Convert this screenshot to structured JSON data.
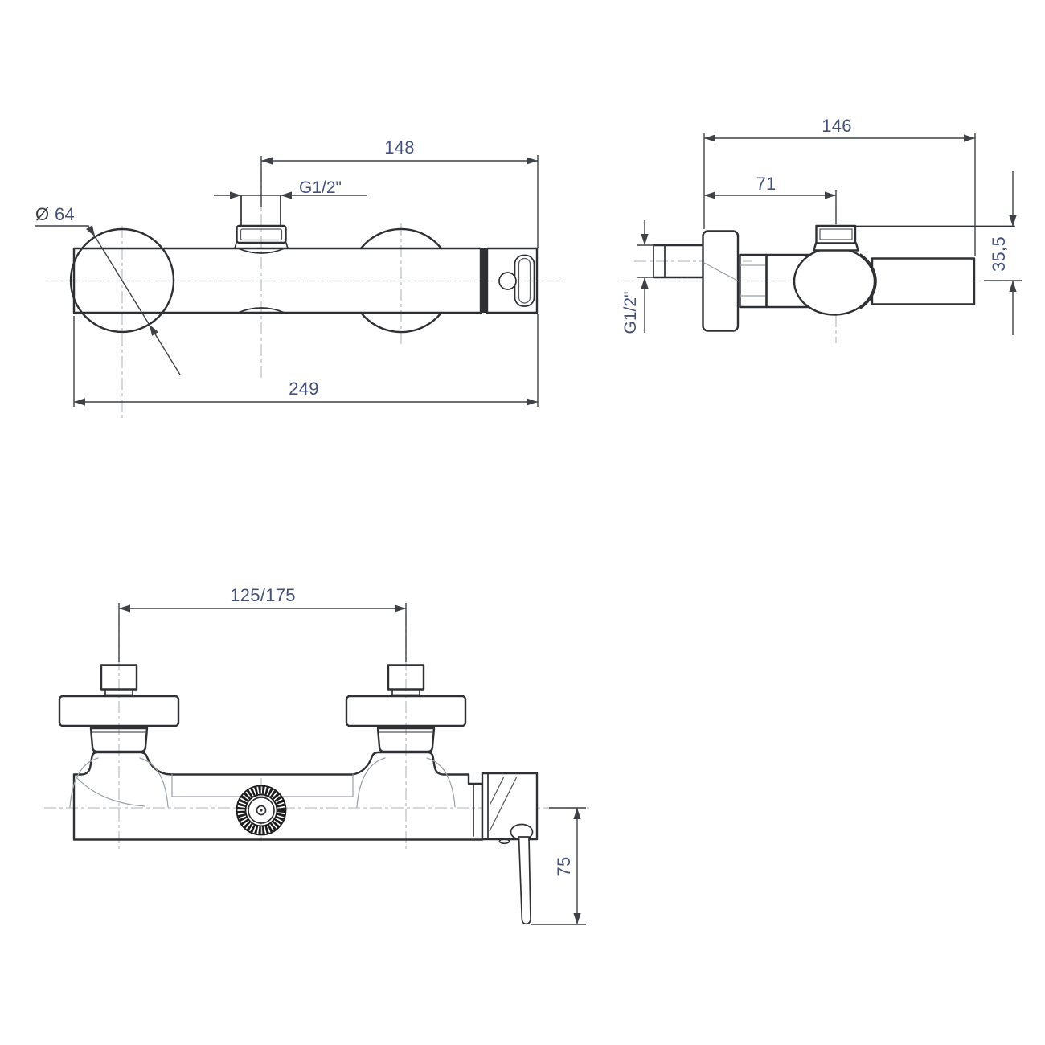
{
  "drawing": {
    "colors": {
      "background": "#ffffff",
      "object": "#2e3033",
      "inner": "#55585c",
      "detail": "#9aa1a6",
      "centerline": "#bcc2c7",
      "dimension": "#3e4145",
      "text": "#44517d",
      "symbol": "#3b3e42"
    },
    "views": {
      "top": {
        "dim_width": "148",
        "dim_thread": "G1/2\"",
        "dim_diameter_symbol": "Ø",
        "dim_diameter": "64",
        "dim_overall": "249"
      },
      "side": {
        "dim_depth": "146",
        "dim_cartridge": "71",
        "dim_thread": "G1/2\"",
        "dim_drop": "35,5"
      },
      "front": {
        "dim_centers": "125/175",
        "dim_lever": "75"
      }
    }
  }
}
